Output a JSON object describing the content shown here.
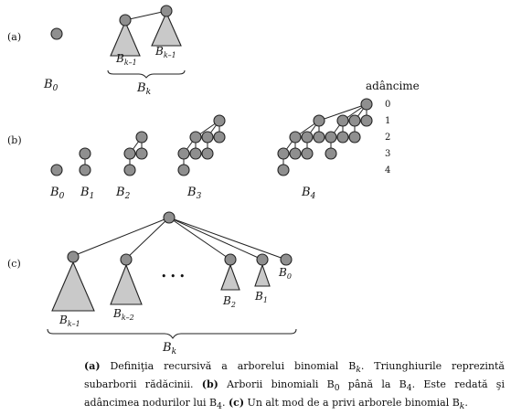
{
  "panels": {
    "a": {
      "marker": "(a)",
      "b0_label": "B",
      "b0_sub": "0",
      "left_tri_label": "B",
      "left_tri_sub": "k–1",
      "right_tri_label": "B",
      "right_tri_sub": "k–1",
      "whole_label": "B",
      "whole_sub": "k"
    },
    "b": {
      "marker": "(b)",
      "depth_title": "adâncime",
      "depth_values": [
        "0",
        "1",
        "2",
        "3",
        "4"
      ],
      "tree_labels": [
        {
          "name": "B",
          "sub": "0"
        },
        {
          "name": "B",
          "sub": "1"
        },
        {
          "name": "B",
          "sub": "2"
        },
        {
          "name": "B",
          "sub": "3"
        },
        {
          "name": "B",
          "sub": "4"
        }
      ]
    },
    "c": {
      "marker": "(c)",
      "ellipsis": "• • •",
      "subtree_labels": [
        {
          "name": "B",
          "sub": "k–1"
        },
        {
          "name": "B",
          "sub": "k–2"
        },
        {
          "name": "B",
          "sub": "2"
        },
        {
          "name": "B",
          "sub": "1"
        },
        {
          "name": "B",
          "sub": "0"
        }
      ],
      "whole_label": "B",
      "whole_sub": "k"
    }
  },
  "caption": {
    "part_a_marker": "(a)",
    "part_a_text": " Definiţia recursivă a arborelui binomial B",
    "part_a_sub": "k",
    "part_a_rest": ". Triunghiurile reprezintă subarborii rădăcinii. ",
    "part_b_marker": "(b)",
    "part_b_text": " Arborii binomiali B",
    "part_b_sub1": "0",
    "part_b_mid": " până la B",
    "part_b_sub2": "4",
    "part_b_rest": ". Este redată şi adâncimea nodurilor lui B",
    "part_b_sub3": "4",
    "part_b_end": ". ",
    "part_c_marker": "(c)",
    "part_c_text": " Un alt mod de a privi arborele binomial B",
    "part_c_sub": "k",
    "part_c_end": "."
  }
}
